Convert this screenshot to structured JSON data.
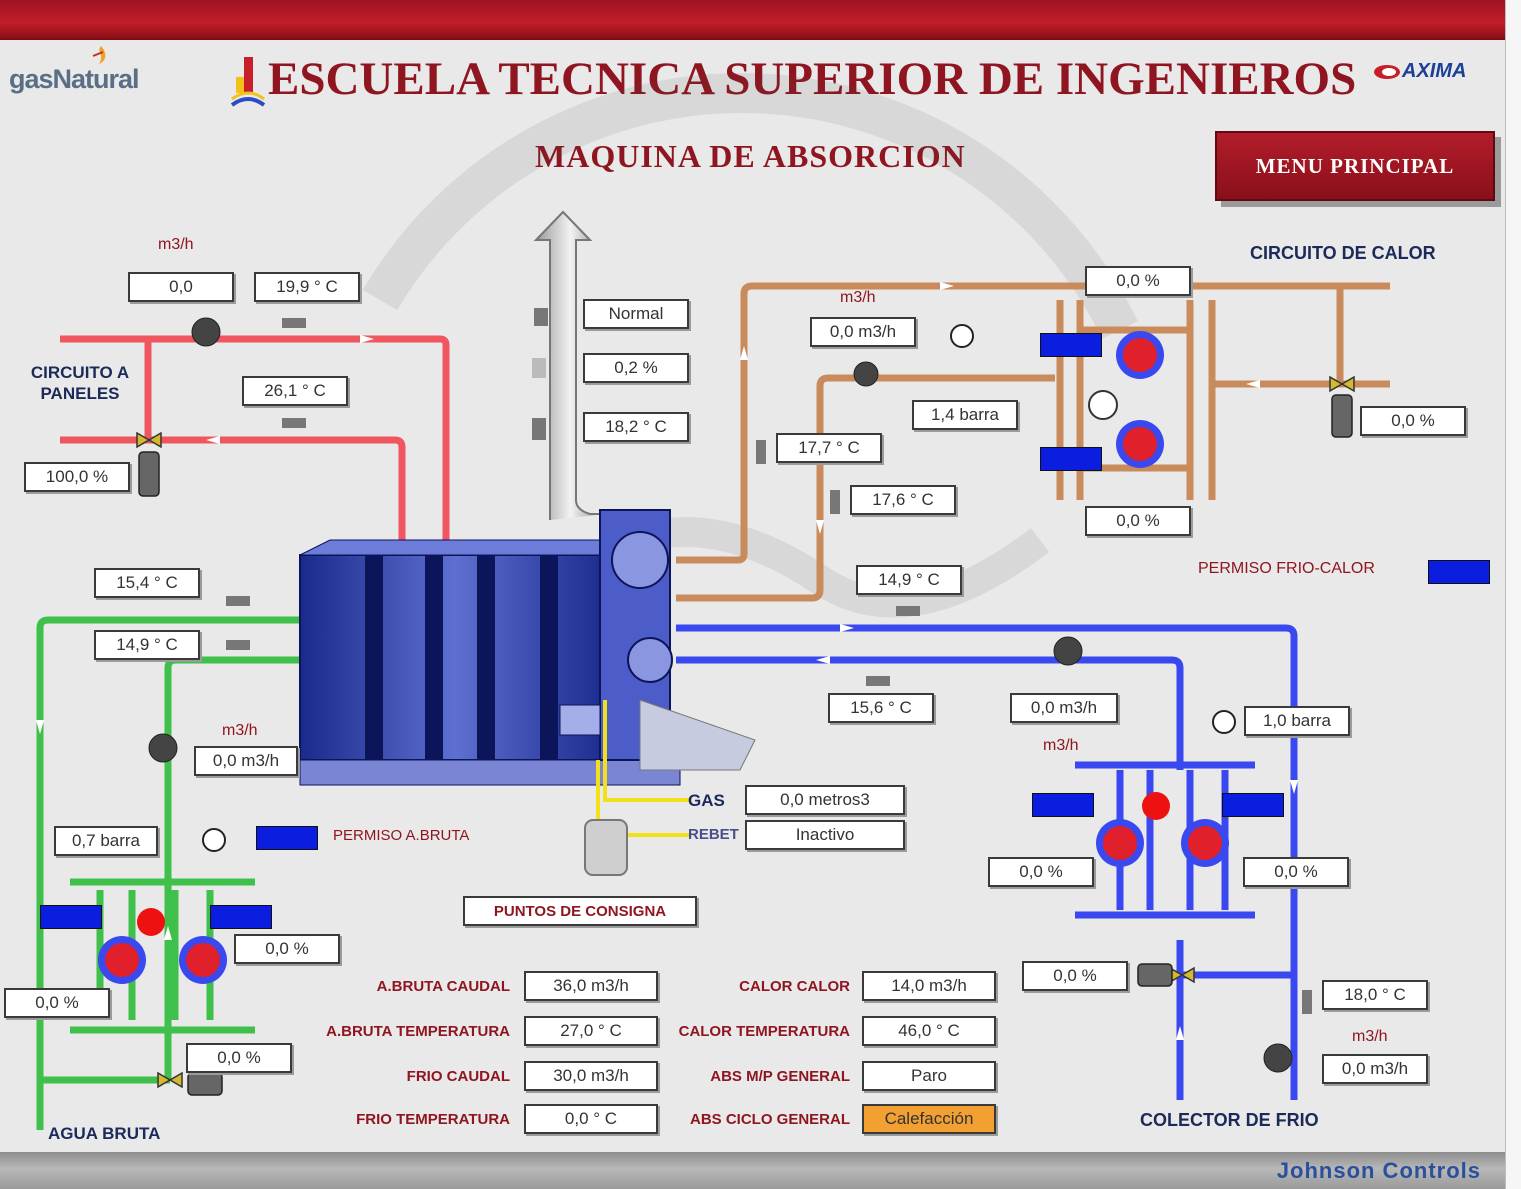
{
  "header": {
    "title": "ESCUELA TECNICA SUPERIOR DE INGENIEROS",
    "subtitle": "MAQUINA DE ABSORCION",
    "logo_left": "gasNatural",
    "logo_right": "AXIMA",
    "menu_button": "MENU PRINCIPAL",
    "footer_brand": "Johnson Controls"
  },
  "colors": {
    "header_bar": "#b21d2a",
    "title_red": "#8f1620",
    "hot_pipe": "#ee4b55",
    "heat_pipe": "#c98a5c",
    "cold_pipe": "#3a48f0",
    "raw_water_pipe": "#3fc04a",
    "status_blue": "#0b1ee0",
    "alarm_red": "#ee1111",
    "cycle_orange": "#f2a032"
  },
  "circuito_paneles": {
    "label": "CIRCUITO A PANELES",
    "unit": "m3/h",
    "flow": "0,0",
    "temp_supply": "19,9 ° C",
    "temp_return": "26,1 ° C",
    "valve": "100,0 %"
  },
  "chimenea": {
    "estado": "Normal",
    "porcentaje": "0,2 %",
    "temperatura": "18,2 ° C"
  },
  "circuito_calor": {
    "label": "CIRCUITO DE CALOR",
    "unit": "m3/h",
    "flow": "0,0 m3/h",
    "pressure": "1,4 barra",
    "temp_supply": "17,7 ° C",
    "temp_return": "17,6 ° C",
    "pump_top": "0,0 %",
    "pump_bottom": "0,0 %",
    "valve": "0,0 %",
    "permiso": "PERMISO FRIO-CALOR"
  },
  "agua_bruta": {
    "label": "AGUA BRUTA",
    "unit": "m3/h",
    "temp_1": "15,4 ° C",
    "temp_2": "14,9 ° C",
    "flow": "0,0 m3/h",
    "pressure": "0,7 barra",
    "permiso": "PERMISO A.BRUTA",
    "pump_right": "0,0 %",
    "pump_left": "0,0 %",
    "valve": "0,0 %"
  },
  "frio": {
    "label": "COLECTOR DE FRIO",
    "unit": "m3/h",
    "temp_supply": "14,9 ° C",
    "temp_return": "15,6 ° C",
    "flow": "0,0 m3/h",
    "pressure": "1,0 barra",
    "pump_left": "0,0 %",
    "pump_right": "0,0 %",
    "valve": "0,0 %",
    "temp_colector": "18,0 ° C",
    "flow_colector": "0,0 m3/h"
  },
  "gas": {
    "label": "GAS",
    "value": "0,0 metros3",
    "rebet_label": "REBET",
    "rebet_value": "Inactivo"
  },
  "consignas": {
    "button": "PUNTOS DE CONSIGNA",
    "left": [
      {
        "label": "A.BRUTA CAUDAL",
        "value": "36,0 m3/h"
      },
      {
        "label": "A.BRUTA TEMPERATURA",
        "value": "27,0 ° C"
      },
      {
        "label": "FRIO CAUDAL",
        "value": "30,0 m3/h"
      },
      {
        "label": "FRIO TEMPERATURA",
        "value": "0,0 ° C"
      }
    ],
    "right": [
      {
        "label": "CALOR CALOR",
        "value": "14,0 m3/h"
      },
      {
        "label": "CALOR TEMPERATURA",
        "value": "46,0 ° C"
      },
      {
        "label": "ABS M/P GENERAL",
        "value": "Paro"
      },
      {
        "label": "ABS CICLO GENERAL",
        "value": "Calefacción"
      }
    ]
  }
}
